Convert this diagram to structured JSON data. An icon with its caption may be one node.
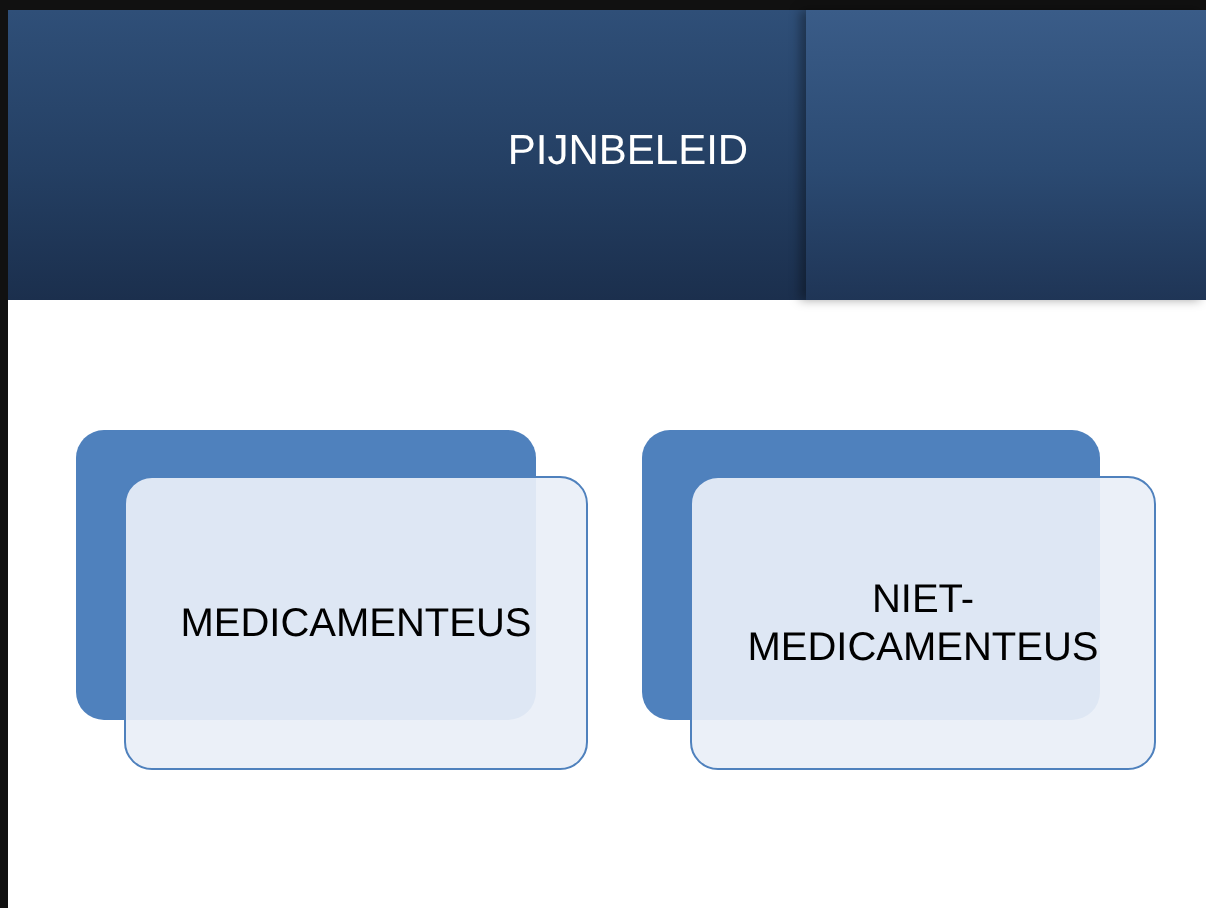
{
  "diagram": {
    "title": "PIJNBELEID",
    "nodes": [
      {
        "text": [
          "MEDICAMENTEUS"
        ]
      },
      {
        "text": [
          "NIET-MEDICAMENTEUS"
        ]
      }
    ]
  }
}
